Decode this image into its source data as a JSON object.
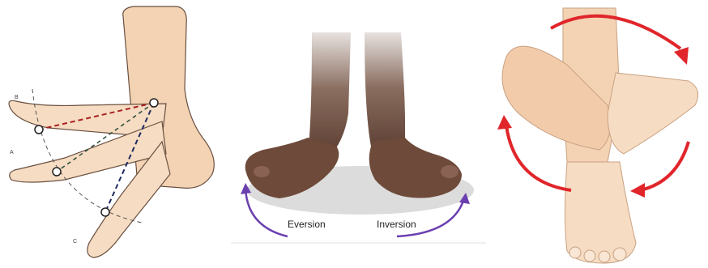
{
  "panels": [
    {
      "id": "foot-plantarflexion-diagram",
      "point_labels": [
        "B",
        "A",
        "C"
      ]
    },
    {
      "id": "eversion-inversion-photo",
      "labels": {
        "left": "Eversion",
        "right": "Inversion"
      },
      "colors": {
        "arrow": "#6b3fb0",
        "skin": "#6e4a3a",
        "floor": "#d9d9d9"
      }
    },
    {
      "id": "foot-circumduction-illustration",
      "colors": {
        "arrow": "#e0262b",
        "skin": "#f3d3b4"
      }
    }
  ]
}
